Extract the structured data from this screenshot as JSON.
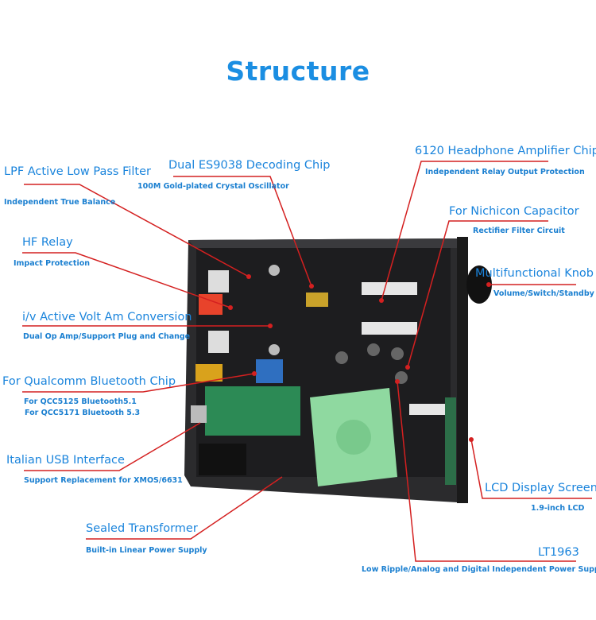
{
  "title": "Structure",
  "colors": {
    "text": "#1a84dc",
    "leader_line": "#d42020",
    "chassis": "#2a2a2c",
    "pcb": "#1c1c1e",
    "transformer": "#8fd9a0"
  },
  "callouts": [
    {
      "label": "LPF Active Low Pass Filter",
      "sub": [
        "Independent True Balance"
      ]
    },
    {
      "label": "Dual ES9038 Decoding Chip",
      "sub": [
        "100M Gold-plated Crystal Oscillator"
      ]
    },
    {
      "label": "6120 Headphone Amplifier Chip",
      "sub": [
        "Independent Relay Output Protection"
      ]
    },
    {
      "label": "For Nichicon Capacitor",
      "sub": [
        "Rectifier Filter Circuit"
      ]
    },
    {
      "label": "Multifunctional Knob",
      "sub": [
        "Volume/Switch/Standby"
      ]
    },
    {
      "label": "HF Relay",
      "sub": [
        "Impact Protection"
      ]
    },
    {
      "label": "i/v Active Volt Am Conversion",
      "sub": [
        "Dual Op Amp/Support Plug and Change"
      ]
    },
    {
      "label": "For Qualcomm Bluetooth Chip",
      "sub": [
        "For QCC5125  Bluetooth5.1",
        "For QCC5171  Bluetooth 5.3"
      ]
    },
    {
      "label": "Italian USB Interface",
      "sub": [
        "Support Replacement for XMOS/6631"
      ]
    },
    {
      "label": "Sealed Transformer",
      "sub": [
        "Built-in Linear Power Supply"
      ]
    },
    {
      "label": "LCD Display Screen",
      "sub": [
        "1.9-inch LCD"
      ]
    },
    {
      "label": "LT1963",
      "sub": [
        "Low Ripple/Analog and Digital Independent Power Supply"
      ]
    }
  ]
}
